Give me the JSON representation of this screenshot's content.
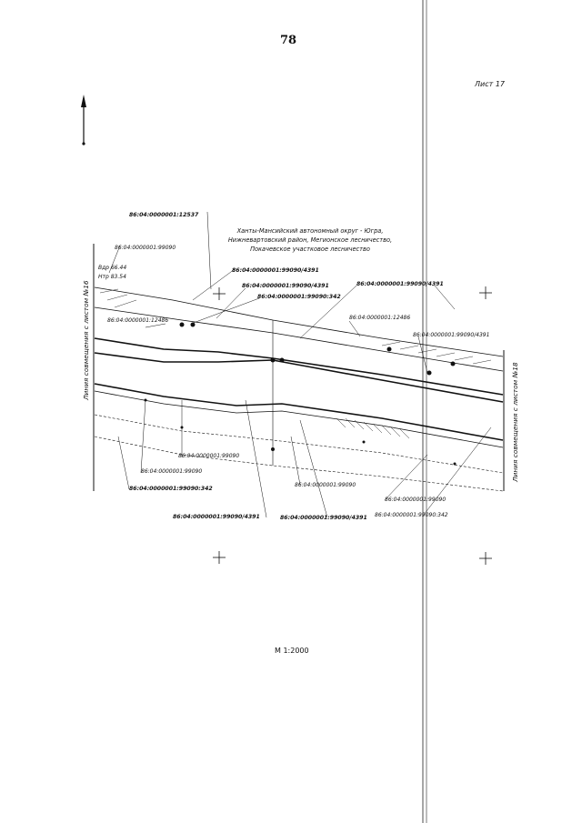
{
  "page_number": "78",
  "sheet_label": "Лист 17",
  "scale_label": "М 1:2000",
  "area_title": [
    "Ханты-Мансийский автономный округ - Югра,",
    "Нижневартовский район, Мегионское лесничество,",
    "Покачевское участковое лесничество"
  ],
  "match_line_left": "Линия совмещения с листом №16",
  "match_line_right": "Линия совмещения с листом №18",
  "elevations": {
    "bottom": "Вдр 66.44",
    "top": "Нтр 83.54"
  },
  "parcel_labels": {
    "p1": "86:04:0000001:12537",
    "p2": "86:04:0000001:99090",
    "p3": "86:04:0000001:99090/4391",
    "p4": "86:04:0000001:99090/4391",
    "p5": "86:04:0000001:99090:342",
    "p6": "86:04:0000001:99090/4391",
    "p7": "86:04:0000001:12486",
    "p8": "86:04:0000001:12486",
    "p9": "86:04:0000001:99090/4391",
    "p10": "86:04:0000001:99090",
    "p11": "86:04:0000001:99090",
    "p12": "86:04:0000001:99090:342",
    "p13": "86:04:0000001:99090",
    "p14": "86:04:0000001:99090/4391",
    "p15": "86:04:0000001:99090/4391",
    "p16": "86:04:0000001:99090",
    "p17": "86:04:0000001:99090:342"
  }
}
